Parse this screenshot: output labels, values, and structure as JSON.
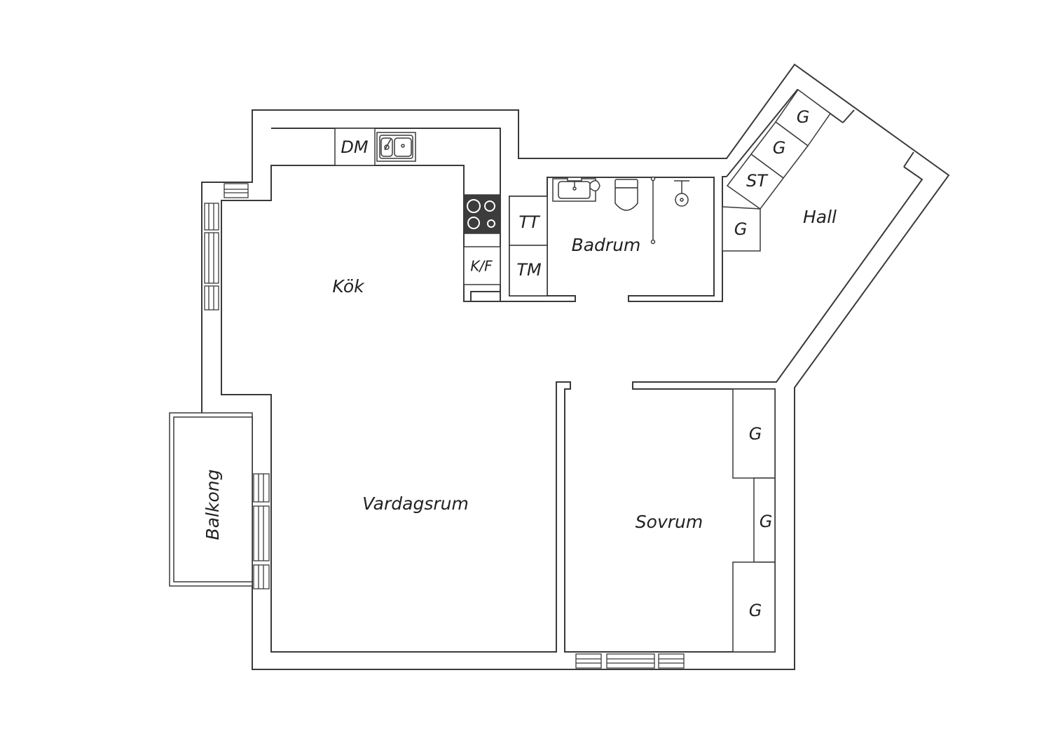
{
  "rooms": {
    "kitchen": "Kök",
    "living": "Vardagsrum",
    "bedroom": "Sovrum",
    "bathroom": "Badrum",
    "hall": "Hall",
    "balcony": "Balkong"
  },
  "fixtures": {
    "dishwasher": "DM",
    "fridge_freezer": "K/F",
    "dryer": "TT",
    "washer": "TM",
    "storage": "ST",
    "wardrobe": "G"
  },
  "colors": {
    "line": "#3a3a3a",
    "stove": "#3c3c3c",
    "background": "#ffffff"
  }
}
